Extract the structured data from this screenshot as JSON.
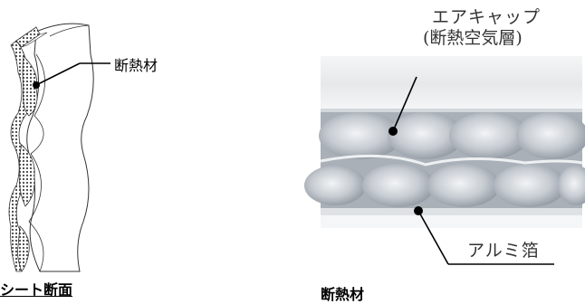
{
  "left_figure": {
    "callout_label": "断熱材",
    "caption": "シート断面"
  },
  "right_figure": {
    "callout_top_line1": "エアキャップ",
    "callout_top_line2": "(断熱空気層)",
    "callout_bottom": "アルミ箔",
    "caption": "断熱材"
  }
}
